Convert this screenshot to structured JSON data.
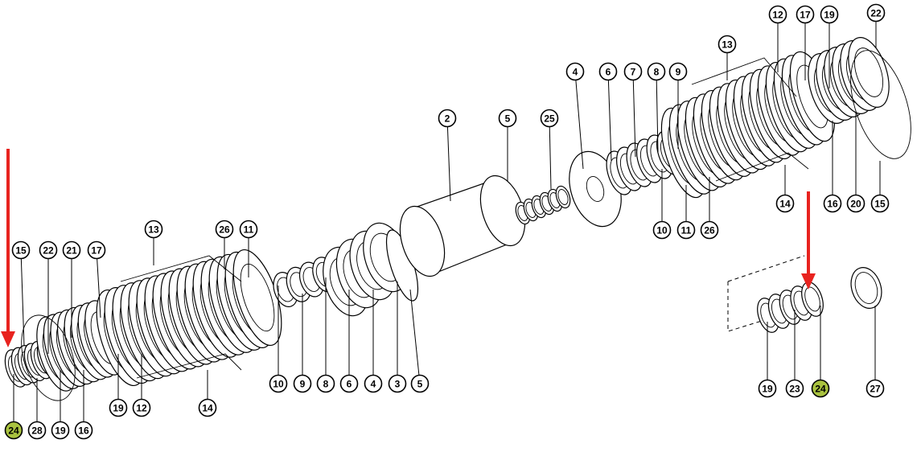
{
  "diagram": {
    "highlight_color": "#a9c23f",
    "arrow_color": "#e8231f",
    "callouts": [
      "12",
      "17",
      "19",
      "22",
      "13",
      "4",
      "6",
      "7",
      "8",
      "9",
      "2",
      "5",
      "25",
      "10",
      "11",
      "26",
      "14",
      "16",
      "20",
      "15",
      "13",
      "26",
      "11",
      "15",
      "22",
      "21",
      "17",
      "10",
      "9",
      "8",
      "6",
      "4",
      "3",
      "5",
      "19",
      "12",
      "14",
      "24",
      "28",
      "19",
      "16",
      "19",
      "23",
      "24",
      "27"
    ],
    "highlighted": [
      "24"
    ]
  }
}
